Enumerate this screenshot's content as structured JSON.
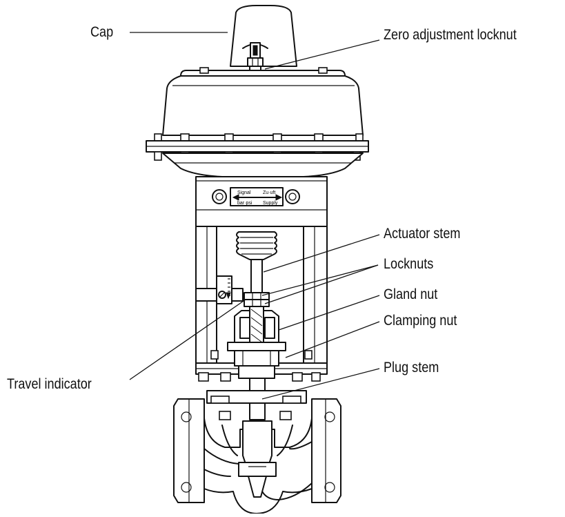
{
  "labels": {
    "cap": "Cap",
    "zero_adjustment_locknut": "Zero adjustment locknut",
    "actuator_stem": "Actuator stem",
    "locknuts": "Locknuts",
    "gland_nut": "Gland nut",
    "clamping_nut": "Clamping nut",
    "travel_indicator": "Travel indicator",
    "plug_stem": "Plug stem"
  },
  "plate": {
    "top_left": "Signal",
    "top_right": "Zu·uft",
    "bottom_left": "bar·psi",
    "bottom_right": "Supply"
  }
}
